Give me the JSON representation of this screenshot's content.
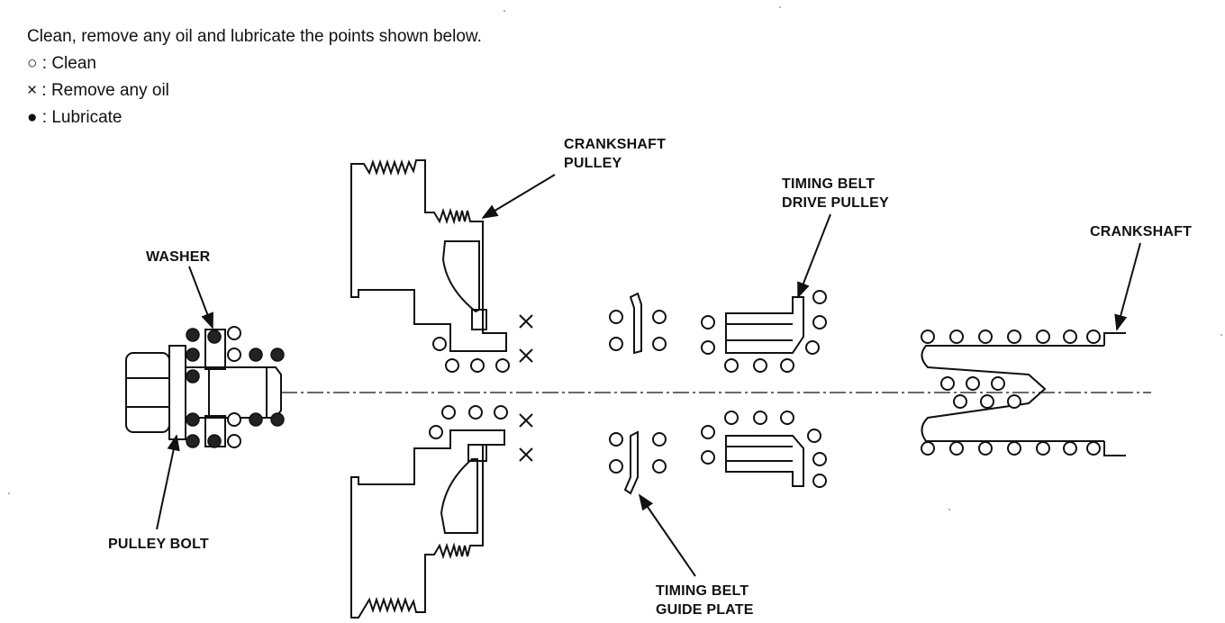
{
  "instructions": {
    "heading": "Clean, remove any oil and lubricate the points shown below.",
    "legend": [
      {
        "symbol": "○",
        "text": ": Clean"
      },
      {
        "symbol": "×",
        "text": ": Remove any oil"
      },
      {
        "symbol": "●",
        "text": ": Lubricate"
      }
    ]
  },
  "labels": {
    "crankshaft_pulley": [
      "CRANKSHAFT",
      "PULLEY"
    ],
    "timing_belt_drive_pulley": [
      "TIMING BELT",
      "DRIVE PULLEY"
    ],
    "crankshaft": "CRANKSHAFT",
    "washer": "WASHER",
    "pulley_bolt": "PULLEY BOLT",
    "timing_belt_guide_plate": [
      "TIMING BELT",
      "GUIDE PLATE"
    ]
  },
  "colors": {
    "ink": "#111111",
    "paper": "#ffffff"
  }
}
